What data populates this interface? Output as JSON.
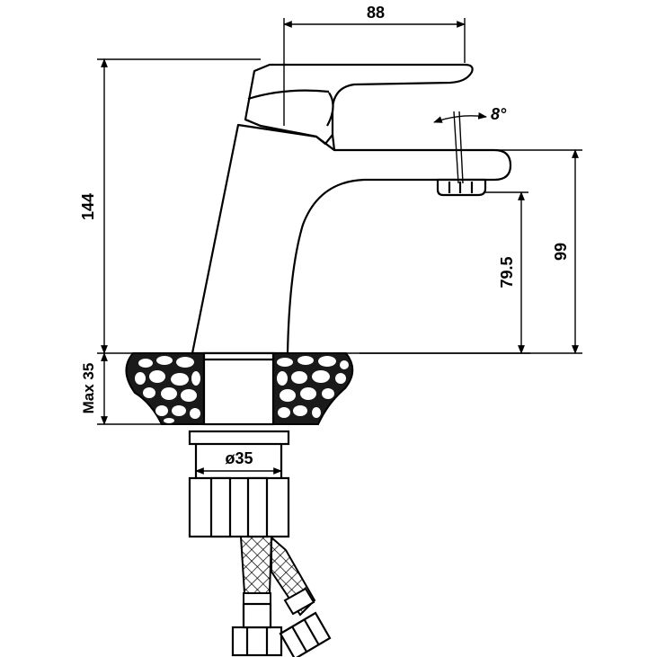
{
  "dimensions": {
    "top_width": "88",
    "angle": "8°",
    "total_height": "144",
    "spout_height": "99",
    "outlet_height": "79.5",
    "max_thickness": "Max 35",
    "diameter": "ø35"
  },
  "colors": {
    "line": "#000000",
    "background": "#ffffff",
    "stone": "#1a1a1a"
  }
}
